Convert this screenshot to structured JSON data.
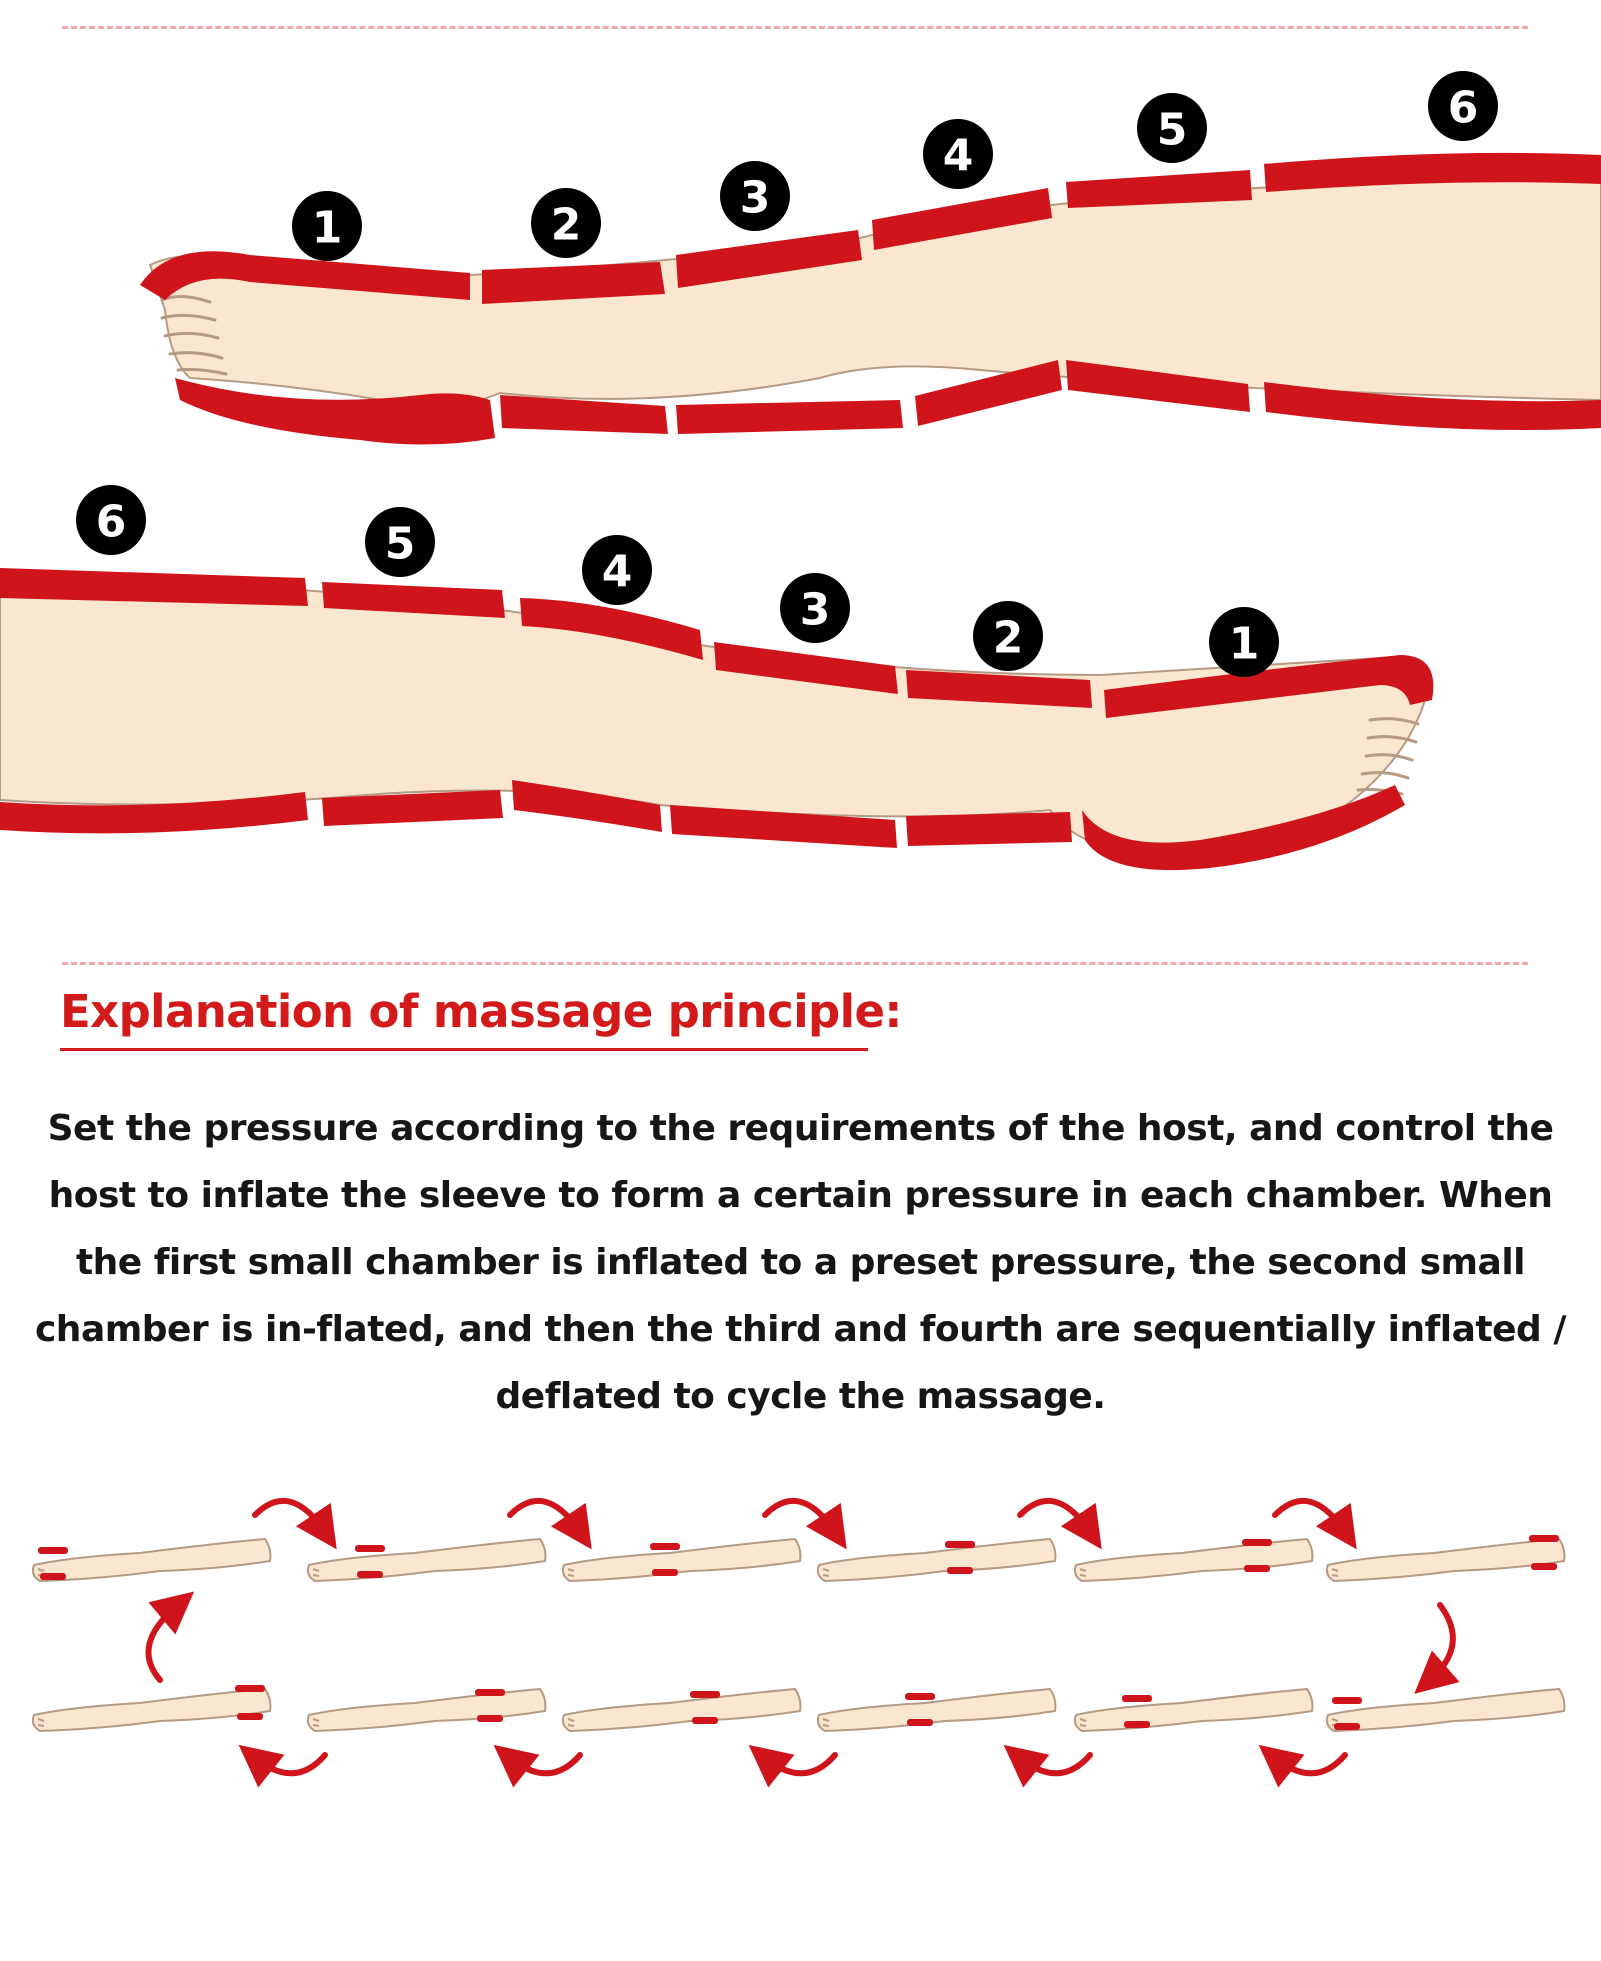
{
  "colors": {
    "sleeve_red": "#d0141b",
    "skin": "#fbe6d0",
    "skin_outline": "#b59a84",
    "badge_black": "#000000",
    "title_red": "#d21a1a",
    "divider": "#f3a7a7"
  },
  "top_leg": {
    "chambers": [
      {
        "label": "1"
      },
      {
        "label": "2"
      },
      {
        "label": "3"
      },
      {
        "label": "4"
      },
      {
        "label": "5"
      },
      {
        "label": "6"
      }
    ]
  },
  "bottom_leg": {
    "chambers": [
      {
        "label": "6"
      },
      {
        "label": "5"
      },
      {
        "label": "4"
      },
      {
        "label": "3"
      },
      {
        "label": "2"
      },
      {
        "label": "1"
      }
    ]
  },
  "explanation": {
    "title": "Explanation of massage principle:",
    "body": "Set the pressure according to the requirements of the host, and control the host to inflate the sleeve to form a certain pressure in each chamber. When the first small chamber is inflated to a preset pressure, the second small chamber is in-flated, and then the third and fourth are sequentially inflated / deflated to cycle the massage."
  },
  "cycle_diagram": {
    "top_row_inflated_chamber": [
      1,
      2,
      3,
      4,
      5,
      6
    ],
    "bottom_row_inflated_chamber": [
      6,
      5,
      4,
      3,
      2,
      1
    ],
    "arrow_icon": "curved-arrow-icon"
  }
}
